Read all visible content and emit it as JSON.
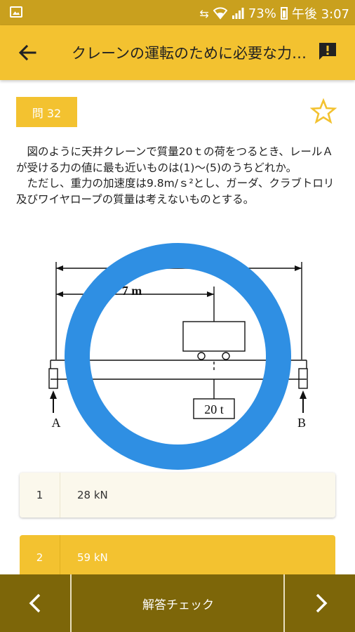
{
  "status_bar": {
    "battery": "73%",
    "time": "午後 3:07",
    "icons": [
      "gallery-icon",
      "data-transfer-icon",
      "wifi-icon",
      "signal-icon",
      "battery-icon"
    ]
  },
  "app_bar": {
    "title": "クレーンの運転のために必要な力学に関",
    "back_icon": "arrow-back-icon",
    "report_icon": "report-icon"
  },
  "question": {
    "badge": "問 32",
    "favorite_icon": "star-outline-icon",
    "paragraphs": [
      "図のように天井クレーンで質量20ｔの荷をつるとき、レールＡが受ける力の値に最も近いものは(1)〜(5)のうちどれか。",
      "ただし、重力の加速度は9.8m/ｓ²とし、ガーダ、クラブトロリ及びワイヤロープの質量は考えないものとする。"
    ]
  },
  "diagram": {
    "distance_label": "7 m",
    "load_label": "20 t",
    "support_a": "A",
    "support_b": "B"
  },
  "options": [
    {
      "num": "1",
      "label": "28 kN"
    },
    {
      "num": "2",
      "label": "59 kN"
    }
  ],
  "bottom_bar": {
    "check_label": "解答チェック",
    "prev_icon": "chevron-left-icon",
    "next_icon": "chevron-right-icon"
  },
  "colors": {
    "accent": "#f3c230",
    "status_bar": "#c9a01e",
    "bottom_bar": "#7d6609",
    "overlay_ring": "#2f8fe3"
  }
}
